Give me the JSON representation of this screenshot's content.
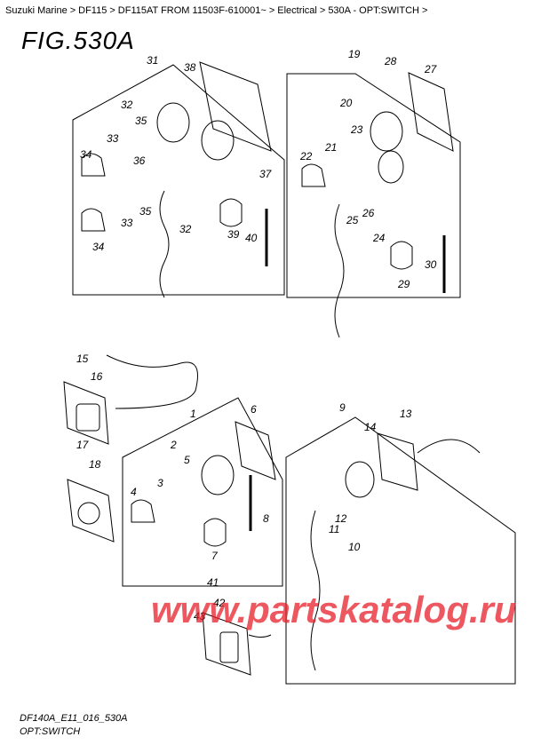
{
  "breadcrumb": {
    "items": [
      "Suzuki Marine",
      "DF115",
      "DF115AT FROM 11503F-610001~",
      "Electrical",
      "530A - OPT:SWITCH"
    ],
    "separator": ">"
  },
  "figure": {
    "title": "FIG.530A",
    "code": "DF140A_E11_016_530A",
    "name": "OPT:SWITCH"
  },
  "watermark": "www.partskatalog.ru",
  "colors": {
    "watermark": "#e8202a",
    "line": "#000000"
  },
  "callouts": [
    "31",
    "38",
    "32",
    "35",
    "33",
    "34",
    "36",
    "37",
    "33",
    "35",
    "32",
    "34",
    "39",
    "40",
    "19",
    "28",
    "27",
    "20",
    "23",
    "21",
    "22",
    "26",
    "25",
    "24",
    "30",
    "29",
    "15",
    "16",
    "17",
    "18",
    "1",
    "6",
    "2",
    "5",
    "3",
    "4",
    "8",
    "7",
    "9",
    "13",
    "14",
    "11",
    "12",
    "10",
    "41",
    "42",
    "43"
  ]
}
